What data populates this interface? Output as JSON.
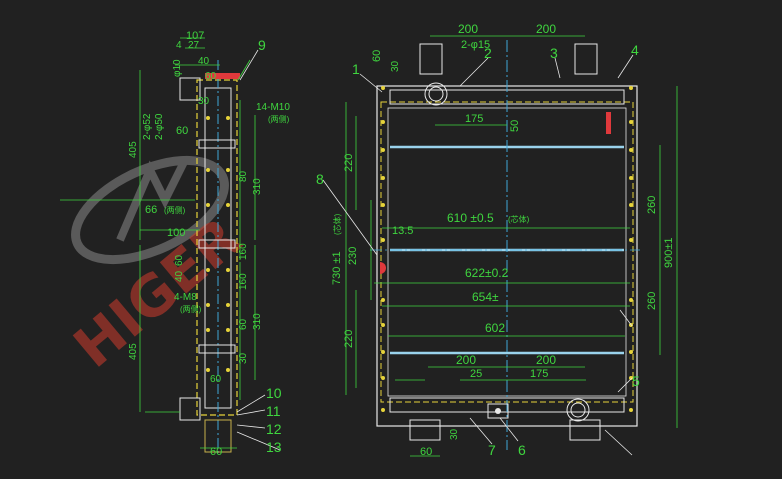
{
  "watermark": {
    "text": "HIGER",
    "color": "#c0392b"
  },
  "colors": {
    "background": "#212121",
    "outline": "#e8e8e8",
    "dimension": "#3fd63f",
    "frame": "#e6d33a",
    "centerline": "#3fa6d6",
    "core_tube": "#9ad3ec",
    "highlight": "#e0393c",
    "drain": "#c7b14a"
  },
  "side_view": {
    "callouts": [
      "9",
      "10",
      "11",
      "12",
      "13"
    ],
    "dimensions": {
      "top_107": "107",
      "top_27": "27",
      "top_4": "4",
      "top_40": "40",
      "dia10": "φ10",
      "d60a": "60",
      "d60b": "60",
      "d30": "30",
      "d2phi52": "2-φ52",
      "d2phi50": "2-φ50",
      "d405_top": "405",
      "d405_bottom": "405",
      "d14m10": "14-M10",
      "d14m10_note": "(两侧)",
      "d80": "80",
      "d310_top": "310",
      "d310_bottom": "310",
      "d66": "66",
      "d66_note": "(两侧)",
      "d100": "100",
      "d40_60_a": "40",
      "d40_60_b": "60",
      "d160a": "160",
      "d160b": "160",
      "d4m8": "4-M8",
      "d4m8_note": "(两侧)",
      "d60c": "60",
      "d60d": "60",
      "d30b": "30",
      "d60_bottom": "60"
    }
  },
  "front_view": {
    "callouts": [
      "1",
      "2",
      "3",
      "4",
      "5",
      "6",
      "7",
      "8"
    ],
    "dimensions": {
      "top_200_left": "200",
      "top_200_right": "200",
      "d2phi15": "2-φ15",
      "d60": "60",
      "d30": "30",
      "d175_top": "175",
      "d50": "50",
      "d220_top": "220",
      "d220_bottom": "220",
      "d230": "230",
      "d730": "730 ±1",
      "d730_note": "(芯体)",
      "d13_5": "13.5",
      "d610": "610 ±0.5",
      "d610_note": "(芯体)",
      "d622": "622±0.2",
      "d654": "654±",
      "d602": "602",
      "d260_top": "260",
      "d260_bottom": "260",
      "d900": "900±1",
      "bottom_200_left": "200",
      "bottom_200_right": "200",
      "d25": "25",
      "d175_bottom": "175",
      "d60_bottom": "60",
      "d30_bottom": "30"
    }
  }
}
